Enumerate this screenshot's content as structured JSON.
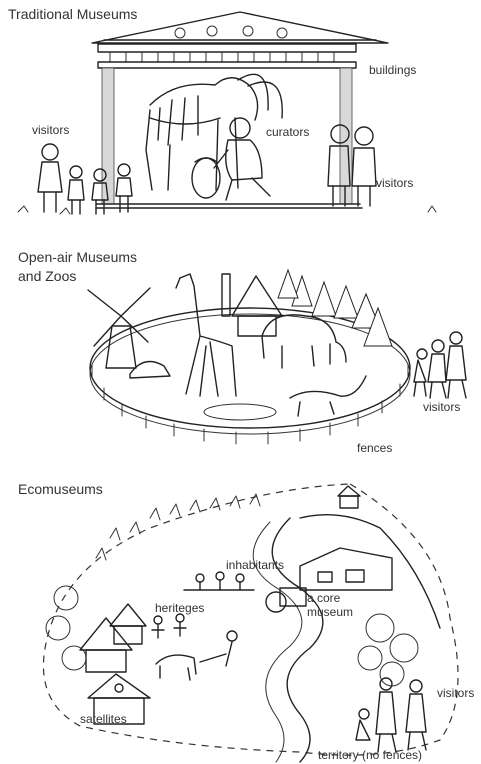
{
  "panels": [
    {
      "heading": "Traditional Museums",
      "labels": {
        "visitors_left": "visitors",
        "curators": "curators",
        "buildings": "buildings",
        "visitors_right": "visitors"
      }
    },
    {
      "heading_line1": "Open-air Museums",
      "heading_line2": "and Zoos",
      "labels": {
        "visitors": "visitors",
        "fences": "fences"
      }
    },
    {
      "heading": "Ecomuseums",
      "labels": {
        "inhabitants": "inhabitants",
        "core_museum_line1": "a core",
        "core_museum_line2": "museum",
        "heriteges": "heriteges",
        "satellites": "satellites",
        "visitors": "visitors",
        "territory": "territory (no fences)"
      }
    }
  ]
}
